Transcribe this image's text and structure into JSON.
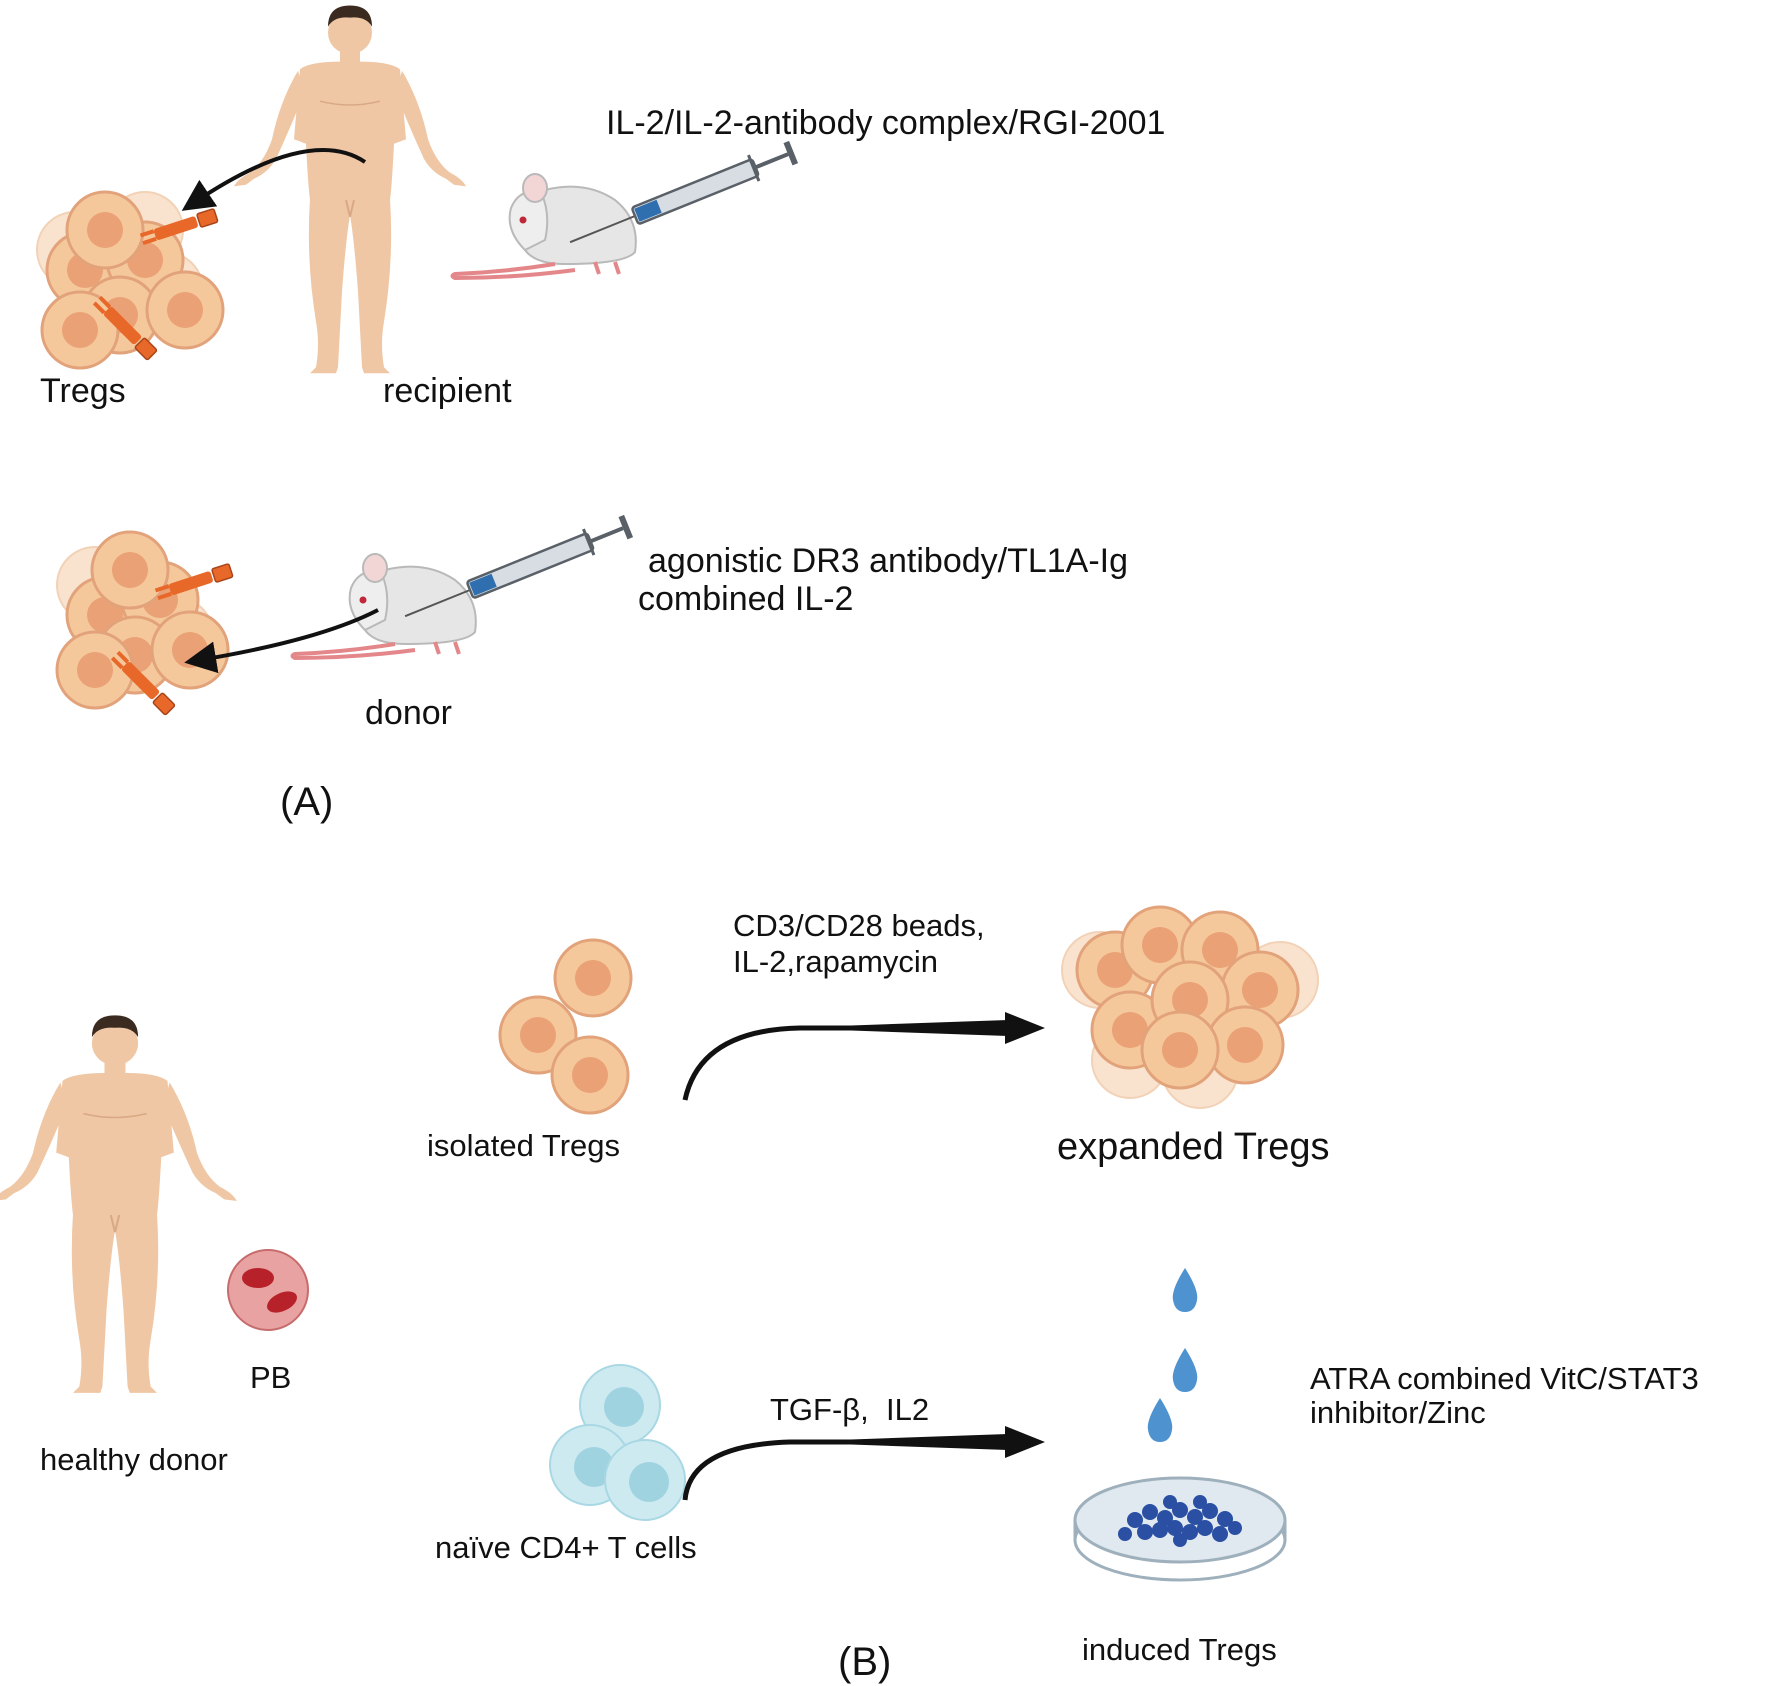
{
  "panel_a": {
    "label": "(A)",
    "tregs_label": "Tregs",
    "recipient_label": "recipient",
    "recipient_treatment": "IL-2/IL-2-antibody complex/RGI-2001",
    "donor_label": "donor",
    "donor_treatment_line1": "agonistic DR3 antibody/TL1A-Ig",
    "donor_treatment_line2": "combined IL-2"
  },
  "panel_b": {
    "label": "(B)",
    "healthy_donor_label": "healthy donor",
    "pb_label": "PB",
    "isolated_label": "isolated Tregs",
    "expansion_conditions_line1": "CD3/CD28 beads,",
    "expansion_conditions_line2": "IL-2,rapamycin",
    "expanded_label": "expanded Tregs",
    "naive_label": "naïve CD4+ T cells",
    "induction_conditions": "TGF-β,  IL2",
    "induced_label": "induced Tregs",
    "additives_line1": "ATRA combined VitC/STAT3",
    "additives_line2": "inhibitor/Zinc"
  },
  "colors": {
    "skin": "#efc7a5",
    "skin_shadow": "#d9a985",
    "hair": "#3a2a1f",
    "treg_fill": "#f5c89c",
    "treg_nucleus": "#e89a6e",
    "treg_outline": "#e2a27a",
    "antibody": "#e8682a",
    "naive_fill": "#cdeaf0",
    "naive_nucleus": "#9fd3e0",
    "mouse": "#e6e6e6",
    "mouse_tail": "#e4878a",
    "syringe_barrel": "#d7dde2",
    "syringe_liquid": "#2f6fb0",
    "arrow": "#111111",
    "blood_cell": "#e9a2a2",
    "blood_rbc": "#b7222a",
    "droplet": "#4e93cf",
    "dish": "#dfe9ef",
    "dish_cells": "#2a4fa3"
  }
}
